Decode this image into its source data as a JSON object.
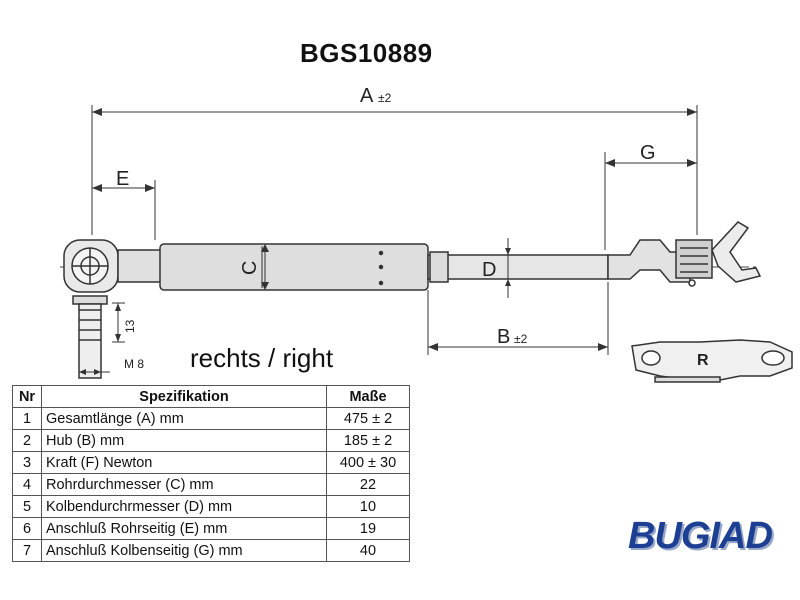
{
  "title": "BGS10889",
  "subtitle": "rechts / right",
  "dimensions": {
    "A": "A",
    "A_tol": "±2",
    "B": "B",
    "B_tol": "±2",
    "C": "C",
    "D": "D",
    "E": "E",
    "G": "G",
    "height": "13",
    "thread": "M 8",
    "bracket_label": "R"
  },
  "table": {
    "headers": [
      "Nr",
      "Spezifikation",
      "Maße"
    ],
    "rows": [
      {
        "nr": "1",
        "spec": "Gesamtlänge (A) mm",
        "value": "475 ± 2"
      },
      {
        "nr": "2",
        "spec": "Hub (B)  mm",
        "value": "185 ± 2"
      },
      {
        "nr": "3",
        "spec": "Kraft (F) Newton",
        "value": "400 ± 30"
      },
      {
        "nr": "4",
        "spec": "Rohrdurchmesser (C) mm",
        "value": "22"
      },
      {
        "nr": "5",
        "spec": "Kolbendurchrmesser (D) mm",
        "value": "10"
      },
      {
        "nr": "6",
        "spec": "Anschluß Rohrseitig (E) mm",
        "value": "19"
      },
      {
        "nr": "7",
        "spec": "Anschluß Kolbenseitig (G) mm",
        "value": "40"
      }
    ]
  },
  "brand": "BUGIAD"
}
